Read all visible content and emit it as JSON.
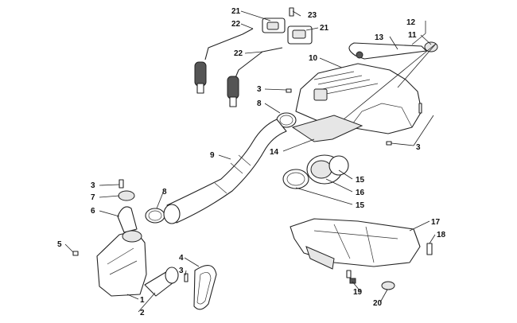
{
  "callouts": {
    "c1": "1",
    "c2": "2",
    "c3a": "3",
    "c3b": "3",
    "c3c": "3",
    "c3d": "3",
    "c4": "4",
    "c5": "5",
    "c6": "6",
    "c7": "7",
    "c8a": "8",
    "c8b": "8",
    "c9": "9",
    "c10": "10",
    "c11": "11",
    "c12": "12",
    "c13": "13",
    "c14": "14",
    "c15a": "15",
    "c15b": "15",
    "c16": "16",
    "c17": "17",
    "c18": "18",
    "c19": "19",
    "c20": "20",
    "c21a": "21",
    "c21b": "21",
    "c22a": "22",
    "c22b": "22",
    "c23": "23"
  }
}
